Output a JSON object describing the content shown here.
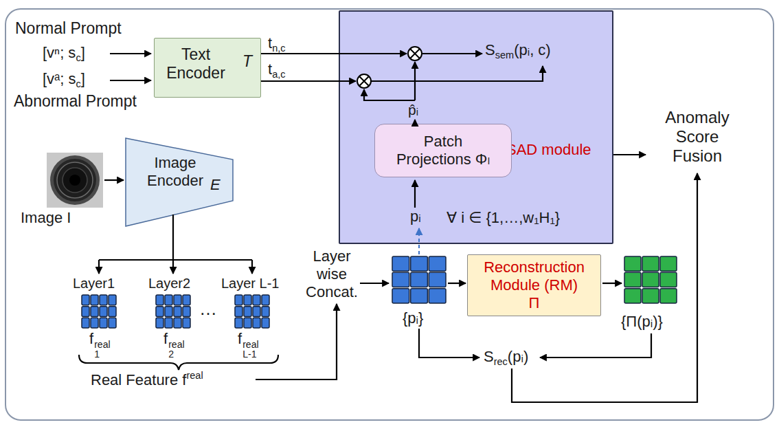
{
  "diagram": {
    "nodes": [
      {
        "text": [
          "Text Encoder",
          "T"
        ]
      },
      {
        "text": [
          "SAD module"
        ]
      },
      {
        "text": [
          "Patch Projections Φₗ"
        ],
        "in": 1
      },
      {
        "text": [
          "Anomaly Score Fusion"
        ]
      },
      {
        "text": [
          "Image Encoder",
          "E"
        ]
      },
      {
        "text": [
          "Reconstruction Module (RM)",
          "Π"
        ]
      }
    ],
    "edges": [
      {
        "from": 1,
        "to": 3,
        "arrow": "to"
      }
    ],
    "labels": [
      "Normal Prompt",
      "[vⁿ; s",
      "c",
      "]",
      "[vᵃ; s",
      "c",
      "]",
      "Abnormal Prompt",
      "t",
      "n,c",
      "t",
      "a,c",
      "S",
      "sem",
      "(pᵢ, c)",
      "p̂ᵢ",
      "pᵢ",
      "∀ i ∈ {1,…,w₁H₁}",
      "Image I",
      "Layer1",
      "Layer2",
      "Layer L-1",
      "…",
      "f",
      "real",
      "1",
      "f",
      "real",
      "2",
      "f",
      "real",
      "L-1",
      "Real Feature f",
      "real",
      "Layer wise Concat.",
      "{pᵢ}",
      "{Π(pᵢ)}",
      "S",
      "rec",
      "(pᵢ)"
    ]
  }
}
